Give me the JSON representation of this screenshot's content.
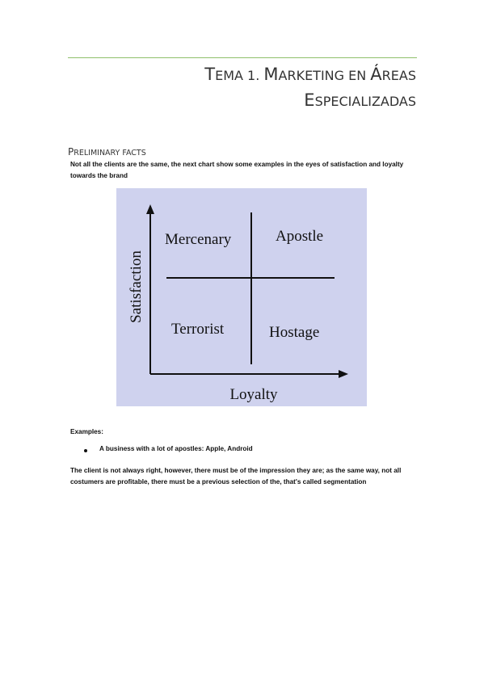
{
  "header": {
    "title_line1": {
      "first": "T",
      "rest": "ema 1. ",
      "m_first": "M",
      "m_rest": "arketing en ",
      "a_first": "Á",
      "a_rest": "reas"
    },
    "title_line2": {
      "first": "E",
      "rest": "specializadas"
    }
  },
  "section": {
    "heading_first": "P",
    "heading_rest": "reliminary facts",
    "intro": "Not all the clients are the same, the next chart show some examples in the eyes of satisfaction and loyalty towards the brand"
  },
  "diagram": {
    "y_axis_label": "Satisfaction",
    "x_axis_label": "Loyalty",
    "quadrants": {
      "top_left": "Mercenary",
      "top_right": "Apostle",
      "bottom_left": "Terrorist",
      "bottom_right": "Hostage"
    },
    "background_color": "#cfd2ee"
  },
  "examples": {
    "label": "Examples:",
    "items": [
      "A business with a lot of apostles: Apple, Android"
    ]
  },
  "closing": "The client is not always right, however, there must be of the impression they are; as the same way, not all costumers are profitable, there must be a previous selection of the, that's called segmentation"
}
